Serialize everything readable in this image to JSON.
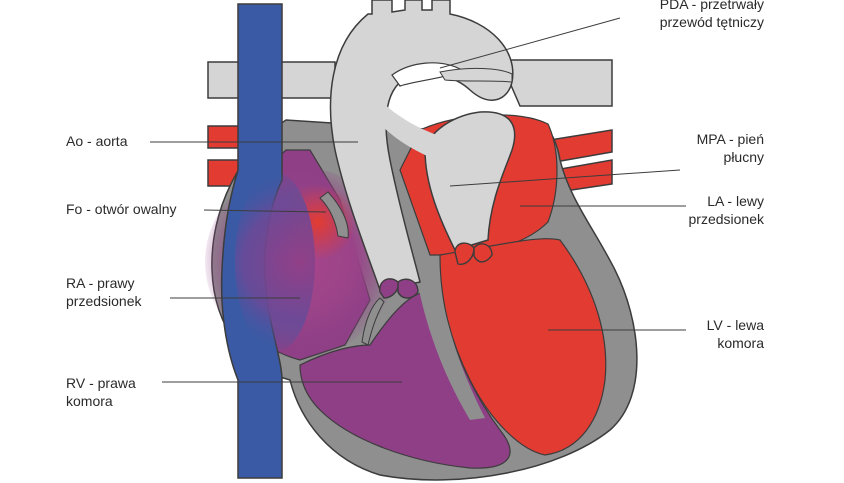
{
  "labels": {
    "pda": {
      "line1": "PDA - przetrwały",
      "line2": "przewód tętniczy"
    },
    "ao": {
      "line1": "Ao - aorta"
    },
    "mpa": {
      "line1": "MPA - pień",
      "line2": "płucny"
    },
    "fo": {
      "line1": "Fo - otwór owalny"
    },
    "la": {
      "line1": "LA - lewy",
      "line2": "przedsionek"
    },
    "ra": {
      "line1": "RA - prawy",
      "line2": "przedsionek"
    },
    "lv": {
      "line1": "LV - lewa",
      "line2": "komora"
    },
    "rv": {
      "line1": "RV - prawa",
      "line2": "komora"
    }
  },
  "colors": {
    "venous_blue": "#3a5aa5",
    "arterial_red": "#e23b32",
    "mixed_purple": "#8e3f86",
    "vessel_gray": "#d5d5d5",
    "wall_gray": "#8f8f8f",
    "outline": "#3c3c3c"
  }
}
